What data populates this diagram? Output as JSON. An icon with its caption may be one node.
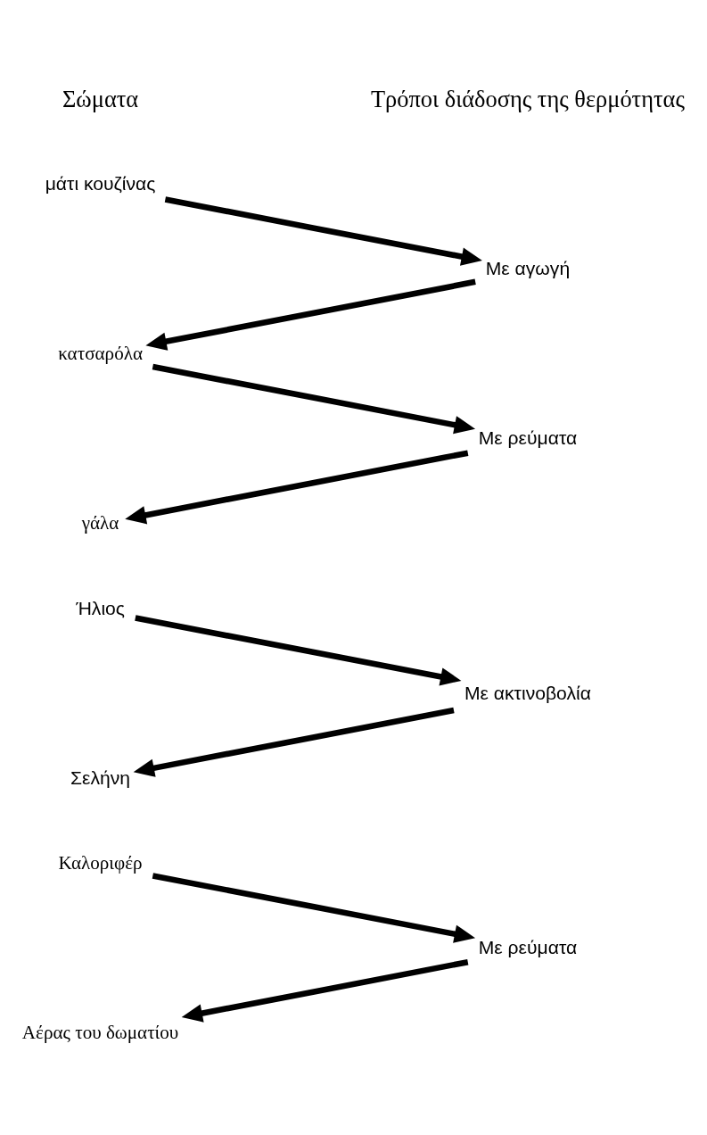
{
  "diagram": {
    "nodes": [
      {
        "text": [
          "μάτι κουζίνας"
        ]
      },
      {
        "text": [
          "Με αγωγή"
        ]
      },
      {
        "text": [
          "κατσαρόλα"
        ]
      },
      {
        "text": [
          "Με ρεύματα"
        ]
      },
      {
        "text": [
          "γάλα"
        ]
      },
      {
        "text": [
          "Ήλιος"
        ]
      },
      {
        "text": [
          "Με ακτινοβολία"
        ]
      },
      {
        "text": [
          "Σελήνη"
        ]
      },
      {
        "text": [
          "Καλοριφέρ"
        ]
      },
      {
        "text": [
          "Με ρεύματα"
        ]
      },
      {
        "text": [
          "Αέρας του δωματίου"
        ]
      }
    ],
    "edges": [
      {
        "from": 0,
        "to": 1,
        "arrow": "to"
      },
      {
        "from": 1,
        "to": 2,
        "arrow": "to"
      },
      {
        "from": 2,
        "to": 3,
        "arrow": "to"
      },
      {
        "from": 3,
        "to": 4,
        "arrow": "to"
      },
      {
        "from": 5,
        "to": 6,
        "arrow": "to"
      },
      {
        "from": 6,
        "to": 7,
        "arrow": "to"
      },
      {
        "from": 8,
        "to": 9,
        "arrow": "to"
      },
      {
        "from": 9,
        "to": 10,
        "arrow": "to"
      }
    ],
    "labels": [
      "Σώματα",
      "Τρόποι διάδοσης της θερμότητας"
    ]
  }
}
